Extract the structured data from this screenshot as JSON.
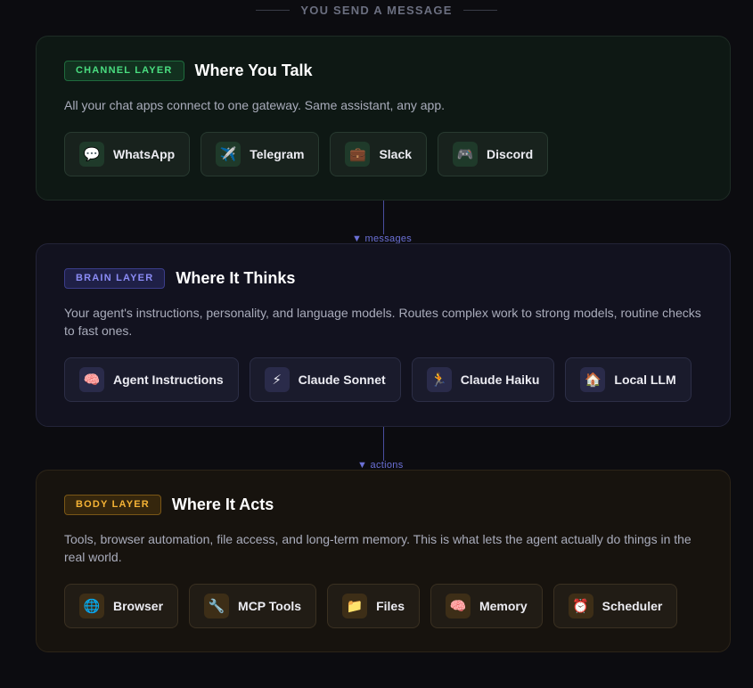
{
  "header": {
    "label": "YOU SEND A MESSAGE"
  },
  "layers": {
    "channel": {
      "badge": "CHANNEL LAYER",
      "title": "Where You Talk",
      "description": "All your chat apps connect to one gateway. Same assistant, any app.",
      "items": [
        {
          "label": "WhatsApp",
          "icon": "💬",
          "icon_name": "speech-bubble-icon"
        },
        {
          "label": "Telegram",
          "icon": "✈️",
          "icon_name": "airplane-icon"
        },
        {
          "label": "Slack",
          "icon": "💼",
          "icon_name": "briefcase-icon"
        },
        {
          "label": "Discord",
          "icon": "🎮",
          "icon_name": "gamepad-icon"
        }
      ],
      "accent": "#4ade80"
    },
    "brain": {
      "badge": "BRAIN LAYER",
      "title": "Where It Thinks",
      "description": "Your agent's instructions, personality, and language models. Routes complex work to strong models, routine checks to fast ones.",
      "items": [
        {
          "label": "Agent Instructions",
          "icon": "🧠",
          "icon_name": "brain-icon"
        },
        {
          "label": "Claude Sonnet",
          "icon": "⚡",
          "icon_name": "lightning-icon"
        },
        {
          "label": "Claude Haiku",
          "icon": "🏃",
          "icon_name": "runner-icon"
        },
        {
          "label": "Local LLM",
          "icon": "🏠",
          "icon_name": "house-icon"
        }
      ],
      "accent": "#8b8cf6"
    },
    "body": {
      "badge": "BODY LAYER",
      "title": "Where It Acts",
      "description": "Tools, browser automation, file access, and long-term memory. This is what lets the agent actually do things in the real world.",
      "items": [
        {
          "label": "Browser",
          "icon": "🌐",
          "icon_name": "globe-icon"
        },
        {
          "label": "MCP Tools",
          "icon": "🔧",
          "icon_name": "wrench-icon"
        },
        {
          "label": "Files",
          "icon": "📁",
          "icon_name": "folder-icon"
        },
        {
          "label": "Memory",
          "icon": "🧠",
          "icon_name": "brain-icon"
        },
        {
          "label": "Scheduler",
          "icon": "⏰",
          "icon_name": "alarm-clock-icon"
        }
      ],
      "accent": "#f5b335"
    }
  },
  "connectors": {
    "first": "▼ messages",
    "second": "▼ actions"
  }
}
